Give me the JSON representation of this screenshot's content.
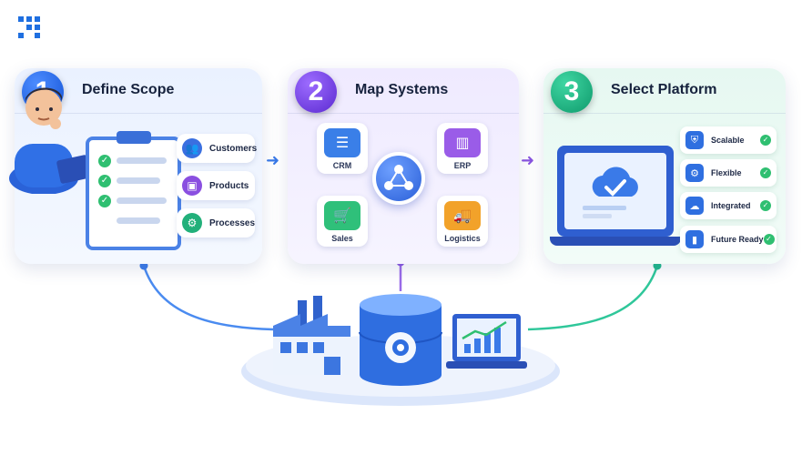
{
  "steps": [
    {
      "number": "1",
      "title": "Define Scope",
      "accent": "#1f5fe0",
      "items": [
        {
          "label": "Customers",
          "icon": "users-icon",
          "color": "#3a6fe0"
        },
        {
          "label": "Products",
          "icon": "box-icon",
          "color": "#8a4fe0"
        },
        {
          "label": "Processes",
          "icon": "gear-icon",
          "color": "#22b07a"
        }
      ]
    },
    {
      "number": "2",
      "title": "Map Systems",
      "accent": "#6a35e0",
      "systems": [
        {
          "label": "CRM",
          "icon": "database-icon",
          "color": "#3a7fe8"
        },
        {
          "label": "ERP",
          "icon": "factory-icon",
          "color": "#9a5ce8"
        },
        {
          "label": "Sales",
          "icon": "cart-icon",
          "color": "#2fc07a"
        },
        {
          "label": "Logistics",
          "icon": "truck-icon",
          "color": "#f2a22a"
        }
      ]
    },
    {
      "number": "3",
      "title": "Select Platform",
      "accent": "#12a070",
      "features": [
        {
          "label": "Scalable",
          "icon": "shield-icon"
        },
        {
          "label": "Flexible",
          "icon": "gear-icon"
        },
        {
          "label": "Integrated",
          "icon": "cloud-icon"
        },
        {
          "label": "Future Ready",
          "icon": "chart-icon"
        }
      ]
    }
  ],
  "colors": {
    "link_blue": "#4a8bf0",
    "link_purple": "#9a6be8",
    "link_green": "#2fc79a"
  }
}
